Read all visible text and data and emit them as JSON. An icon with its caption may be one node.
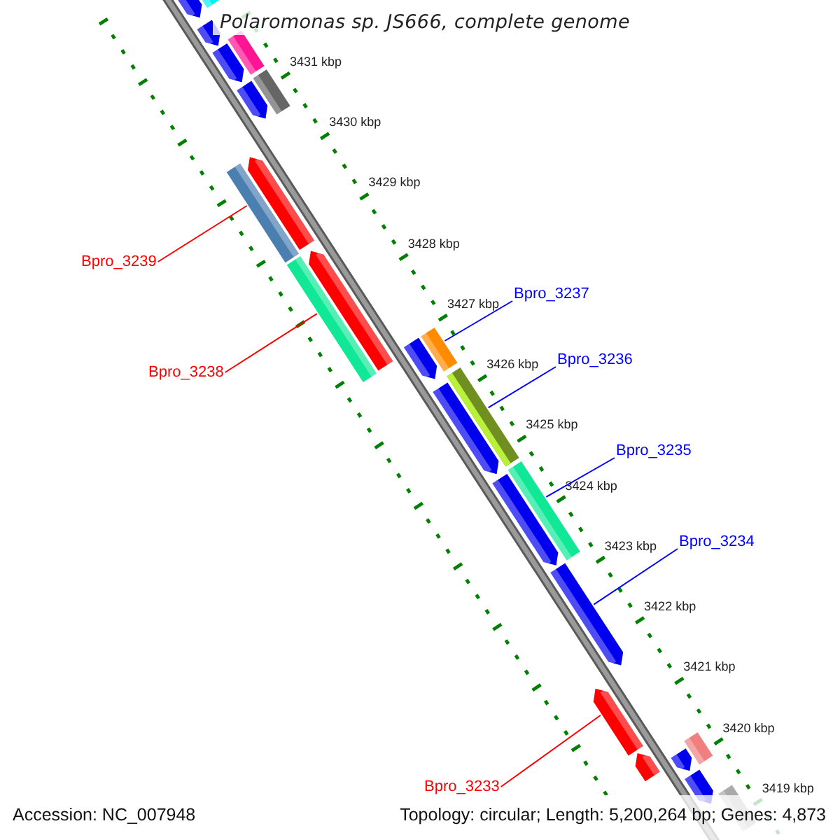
{
  "diagram": {
    "title": "Polaromonas sp. JS666, complete genome",
    "nodes": [
      {
        "text": [],
        "shape": "bar"
      },
      {
        "text": [],
        "shape": "bar"
      },
      {
        "text": [],
        "shape": "bar"
      },
      {
        "text": [],
        "shape": "bar"
      },
      {
        "text": [],
        "shape": "bar"
      },
      {
        "text": [],
        "shape": "bar"
      },
      {
        "text": [],
        "shape": "bar"
      },
      {
        "text": [],
        "shape": "bar"
      },
      {
        "text": [],
        "shape": "bar"
      },
      {
        "text": [
          "Bpro_3239"
        ]
      },
      {
        "text": [],
        "shape": "bar"
      },
      {
        "text": [],
        "shape": "bar"
      },
      {
        "text": [
          "Bpro_3237"
        ]
      },
      {
        "text": [],
        "shape": "bar"
      },
      {
        "text": [],
        "shape": "bar"
      },
      {
        "text": [
          "Bpro_3236"
        ]
      },
      {
        "text": [
          "Bpro_3238"
        ]
      },
      {
        "text": [],
        "shape": "bar"
      },
      {
        "text": [],
        "shape": "bar"
      },
      {
        "text": [
          "Bpro_3235"
        ]
      },
      {
        "text": [],
        "shape": "bar"
      },
      {
        "text": [],
        "shape": "bar"
      },
      {
        "text": [
          "Bpro_3234"
        ]
      },
      {
        "text": [],
        "shape": "bar"
      },
      {
        "text": [],
        "shape": "bar"
      },
      {
        "text": [],
        "shape": "bar"
      },
      {
        "text": [],
        "shape": "bar"
      },
      {
        "text": [],
        "shape": "bar"
      },
      {
        "text": [],
        "shape": "bar"
      },
      {
        "text": [
          "Bpro_3233"
        ]
      },
      {
        "text": [],
        "shape": "bar"
      }
    ],
    "edges": [
      {
        "from": 9,
        "to": 8,
        "arrow": "none",
        "color": "#ff0000"
      },
      {
        "from": 16,
        "to": 11,
        "arrow": "none",
        "color": "#ff0000"
      },
      {
        "from": 12,
        "to": 13,
        "arrow": "none"
      },
      {
        "from": 15,
        "to": 17,
        "arrow": "none"
      },
      {
        "from": 19,
        "to": 20,
        "arrow": "none"
      },
      {
        "from": 22,
        "to": 23,
        "arrow": "none"
      },
      {
        "from": 29,
        "to": 24,
        "arrow": "none",
        "color": "#ff0000"
      }
    ],
    "labels": [
      "3431 kbp",
      "3430 kbp",
      "3429 kbp",
      "3428 kbp",
      "3427 kbp",
      "3426 kbp",
      "3425 kbp",
      "3424 kbp",
      "3423 kbp",
      "3422 kbp",
      "3421 kbp",
      "3420 kbp",
      "3419 kbp",
      "Accession: NC_007948",
      "Topology: circular; Length: 5,200,264 bp; Genes: 4,873"
    ]
  }
}
